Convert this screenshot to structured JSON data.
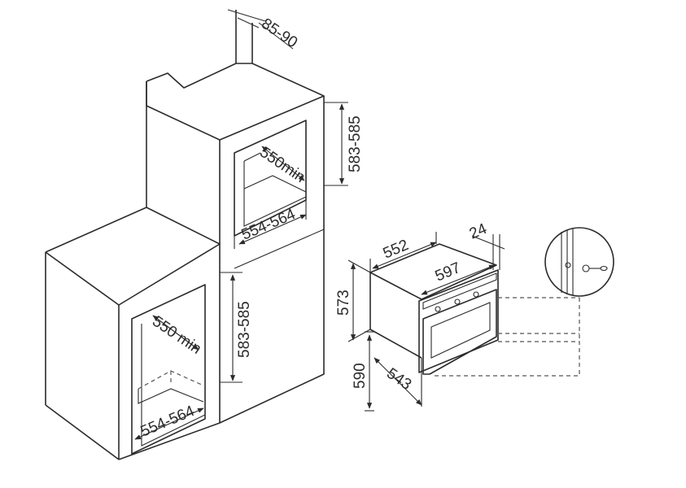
{
  "dimensions": {
    "column_depth_gap": "85-90",
    "column_niche_height": "583-585",
    "column_niche_depth": "550min",
    "column_niche_width": "554-564",
    "undercounter_niche_height": "583-585",
    "undercounter_niche_depth": "550 min",
    "undercounter_niche_width": "554-564",
    "oven_body_width": "552",
    "oven_front_width": "597",
    "oven_front_thickness": "24",
    "oven_height_body": "573",
    "oven_height_total": "590",
    "oven_depth": "543"
  },
  "colors": {
    "line": "#2b2b2b",
    "background": "#ffffff"
  }
}
